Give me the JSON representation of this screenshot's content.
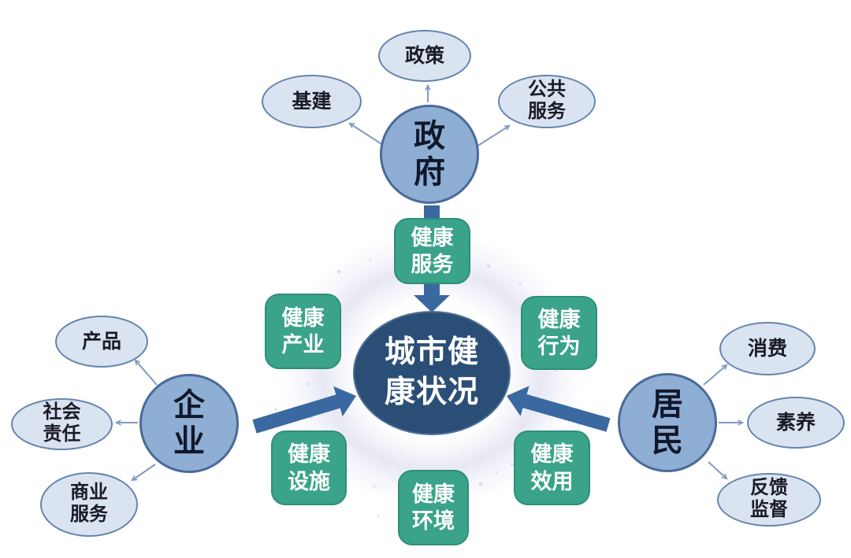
{
  "diagram": {
    "center": {
      "label": "城市健\n康状况"
    },
    "actors": {
      "government": {
        "label": "政\n府",
        "satellites": [
          {
            "label": "政策"
          },
          {
            "label": "基建"
          },
          {
            "label": "公共\n服务"
          }
        ]
      },
      "enterprise": {
        "label": "企\n业",
        "satellites": [
          {
            "label": "产品"
          },
          {
            "label": "社会\n责任"
          },
          {
            "label": "商业\n服务"
          }
        ]
      },
      "residents": {
        "label": "居\n民",
        "satellites": [
          {
            "label": "消费"
          },
          {
            "label": "素养"
          },
          {
            "label": "反馈\n监督"
          }
        ]
      }
    },
    "factors": [
      {
        "label": "健康\n服务"
      },
      {
        "label": "健康\n产业"
      },
      {
        "label": "健康\n行为"
      },
      {
        "label": "健康\n设施"
      },
      {
        "label": "健康\n效用"
      },
      {
        "label": "健康\n环境"
      }
    ],
    "colors": {
      "center_fill": "#2B4E77",
      "actor_fill": "#8FAED4",
      "actor_border": "#4A6A99",
      "satellite_fill": "#DAE4F1",
      "satellite_border": "#6585AD",
      "factor_fill": "#3AA389",
      "factor_border": "#2E8F78",
      "thick_arrow": "#3A69A1",
      "thin_arrow": "#7E9CC2",
      "halo": "#D5D5EC",
      "text_dark": "#10182A",
      "text_white": "#FFFFFF"
    }
  }
}
